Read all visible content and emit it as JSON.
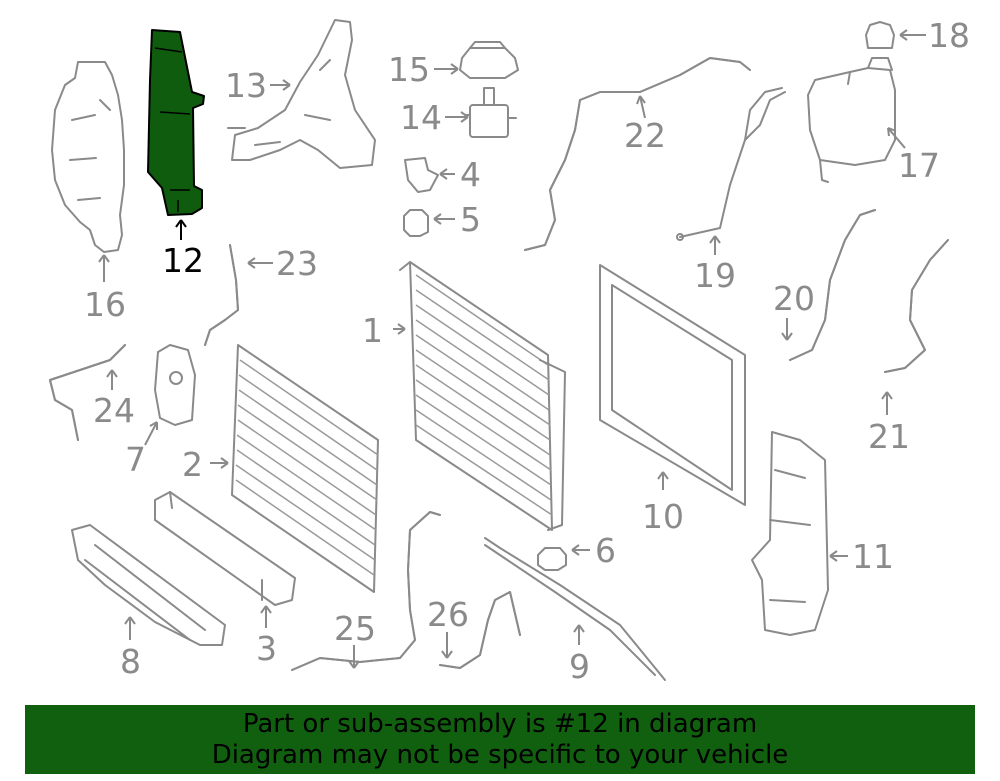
{
  "callouts": [
    {
      "num": "1",
      "highlight": false
    },
    {
      "num": "2",
      "highlight": false
    },
    {
      "num": "3",
      "highlight": false
    },
    {
      "num": "4",
      "highlight": false
    },
    {
      "num": "5",
      "highlight": false
    },
    {
      "num": "6",
      "highlight": false
    },
    {
      "num": "7",
      "highlight": false
    },
    {
      "num": "8",
      "highlight": false
    },
    {
      "num": "9",
      "highlight": false
    },
    {
      "num": "10",
      "highlight": false
    },
    {
      "num": "11",
      "highlight": false
    },
    {
      "num": "12",
      "highlight": true
    },
    {
      "num": "13",
      "highlight": false
    },
    {
      "num": "14",
      "highlight": false
    },
    {
      "num": "15",
      "highlight": false
    },
    {
      "num": "16",
      "highlight": false
    },
    {
      "num": "17",
      "highlight": false
    },
    {
      "num": "18",
      "highlight": false
    },
    {
      "num": "19",
      "highlight": false
    },
    {
      "num": "20",
      "highlight": false
    },
    {
      "num": "21",
      "highlight": false
    },
    {
      "num": "22",
      "highlight": false
    },
    {
      "num": "23",
      "highlight": false
    },
    {
      "num": "24",
      "highlight": false
    },
    {
      "num": "25",
      "highlight": false
    },
    {
      "num": "26",
      "highlight": false
    }
  ],
  "highlighted_part": "12",
  "banner": {
    "line1": "Part or sub-assembly is #12 in diagram",
    "line2": "Diagram may not be specific to your vehicle"
  },
  "colors": {
    "highlight_fill": "#0f5c0e",
    "banner_bg": "#11600f",
    "line_art": "#8a8a8a"
  }
}
